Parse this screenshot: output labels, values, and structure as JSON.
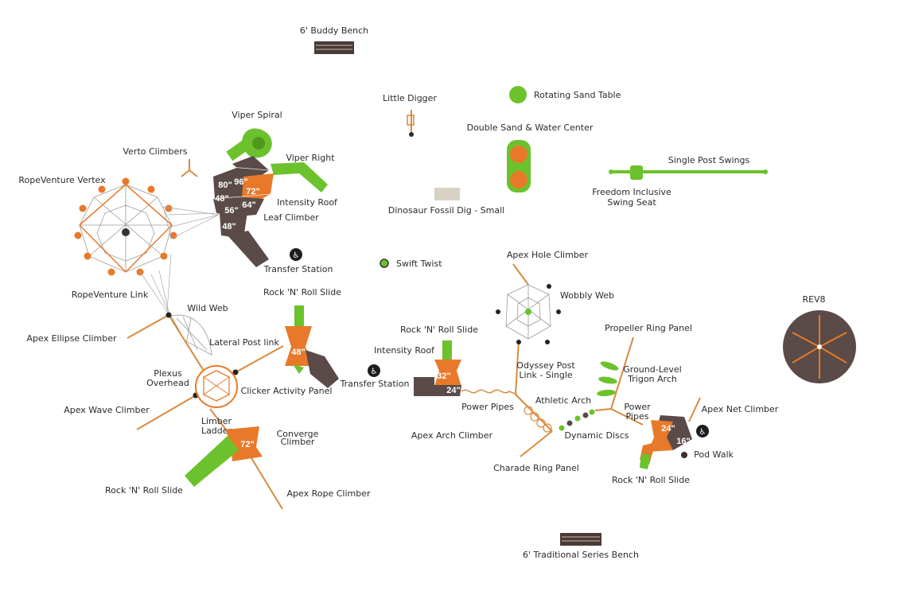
{
  "colors": {
    "deck_brown": "#5a4b48",
    "roof_orange": "#e8792a",
    "slide_green": "#6cc22c",
    "post_orange": "#d98a3c",
    "rope_gray": "#8a8a8a",
    "bench_brown": "#4a3a35"
  },
  "icons": {
    "transfer": "wheelchair-transfer-icon",
    "bench": "bench-icon"
  },
  "labels": {
    "buddy_bench": "6' Buddy Bench",
    "little_digger": "Little Digger",
    "rotating_sand_table": "Rotating Sand Table",
    "double_sand_water": "Double Sand & Water Center",
    "single_post_swings": "Single Post Swings",
    "freedom_swing_1": "Freedom Inclusive",
    "freedom_swing_2": "Swing Seat",
    "dino_dig": "Dinosaur Fossil Dig - Small",
    "viper_spiral": "Viper Spiral",
    "verto_climbers": "Verto Climbers",
    "viper_right": "Viper Right",
    "ropeventure_vertex": "RopeVenture Vertex",
    "intensity_roof_a": "Intensity Roof",
    "leaf_climber": "Leaf Climber",
    "transfer_station_a": "Transfer Station",
    "swift_twist": "Swift Twist",
    "apex_hole_climber": "Apex Hole Climber",
    "wobbly_web": "Wobbly Web",
    "rev8": "REV8",
    "ropeventure_link": "RopeVenture Link",
    "wild_web": "Wild Web",
    "rock_roll_slide_a": "Rock 'N' Roll Slide",
    "apex_ellipse_climber": "Apex Ellipse Climber",
    "lateral_post_link": "Lateral Post link",
    "rock_roll_slide_b": "Rock 'N' Roll Slide",
    "intensity_roof_b": "Intensity Roof",
    "propeller_ring_panel": "Propeller Ring Panel",
    "odyssey_post_1": "Odyssey Post",
    "odyssey_post_2": "Link - Single",
    "ground_trigon_1": "Ground-Level",
    "ground_trigon_2": "Trigon Arch",
    "plexus_1": "Plexus",
    "plexus_2": "Overhead",
    "clicker_panel": "Clicker Activity Panel",
    "transfer_station_b": "Transfer Station",
    "athletic_arch": "Athletic Arch",
    "power_pipes_a": "Power Pipes",
    "power_pipes_b1": "Power",
    "power_pipes_b2": "Pipes",
    "apex_net_climber": "Apex Net Climber",
    "apex_wave_climber": "Apex Wave Climber",
    "limber_1": "Limber",
    "limber_2": "Ladder",
    "converge_1": "Converge",
    "converge_2": "Climber",
    "apex_arch_climber": "Apex Arch Climber",
    "dynamic_discs": "Dynamic Discs",
    "pod_walk": "Pod Walk",
    "charade_ring_panel": "Charade Ring Panel",
    "rock_roll_slide_c": "Rock 'N' Roll Slide",
    "rock_roll_slide_d": "Rock 'N' Roll Slide",
    "apex_rope_climber": "Apex Rope Climber",
    "traditional_bench": "6' Traditional Series Bench"
  },
  "deck_heights": {
    "a": "80\"",
    "b": "96\"",
    "c": "48\"",
    "d": "72\"",
    "e": "56\"",
    "f": "64\"",
    "g": "48\"",
    "h": "48\"",
    "i": "72\"",
    "j": "32\"",
    "k": "24\"",
    "l": "24\"",
    "m": "16\""
  }
}
